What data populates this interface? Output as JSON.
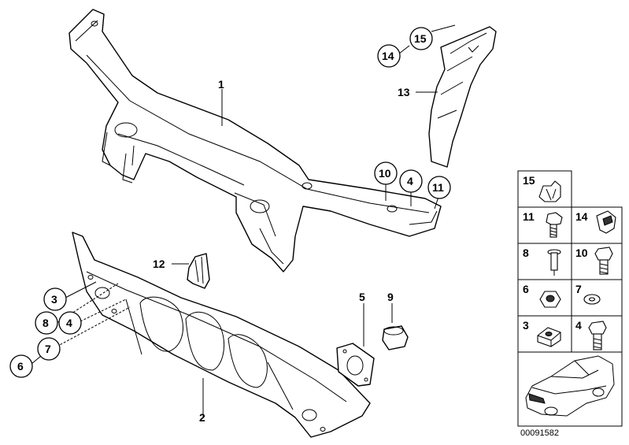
{
  "diagram": {
    "reference_code": "00091582",
    "main_callouts": [
      "1",
      "2",
      "3",
      "4",
      "5",
      "6",
      "7",
      "8",
      "9",
      "10",
      "11",
      "12",
      "13",
      "14",
      "15"
    ],
    "circled_callouts": [
      "3",
      "8",
      "4",
      "7",
      "6",
      "10",
      "4",
      "11",
      "14",
      "15"
    ],
    "plain_callouts": [
      "1",
      "2",
      "5",
      "9",
      "12",
      "13"
    ]
  },
  "legend": {
    "cells": [
      {
        "label": "15",
        "icon": "clip-icon"
      },
      {
        "label": "11",
        "icon": "flange-screw-icon"
      },
      {
        "label": "14",
        "icon": "cap-icon"
      },
      {
        "label": "8",
        "icon": "rivet-icon"
      },
      {
        "label": "10",
        "icon": "bolt-icon"
      },
      {
        "label": "6",
        "icon": "hex-nut-icon"
      },
      {
        "label": "7",
        "icon": "washer-icon"
      },
      {
        "label": "3",
        "icon": "cage-nut-icon"
      },
      {
        "label": "4",
        "icon": "hex-bolt-icon"
      }
    ]
  }
}
